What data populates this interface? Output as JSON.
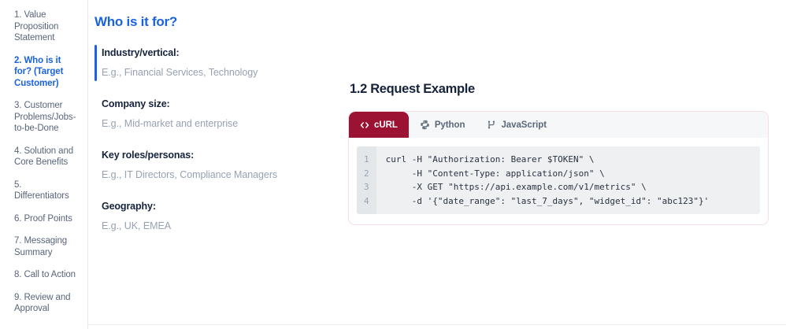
{
  "sidebar": {
    "items": [
      {
        "label": "1. Value Proposition Statement",
        "active": false
      },
      {
        "label": "2. Who is it for? (Target Customer)",
        "active": true
      },
      {
        "label": "3. Customer Problems/Jobs-to-be-Done",
        "active": false
      },
      {
        "label": "4. Solution and Core Benefits",
        "active": false
      },
      {
        "label": "5. Differentiators",
        "active": false
      },
      {
        "label": "6. Proof Points",
        "active": false
      },
      {
        "label": "7. Messaging Summary",
        "active": false
      },
      {
        "label": "8. Call to Action",
        "active": false
      },
      {
        "label": "9. Review and Approval",
        "active": false
      }
    ]
  },
  "content": {
    "title": "Who is it for?",
    "fields": [
      {
        "label": "Industry/vertical:",
        "placeholder": "E.g., Financial Services, Technology",
        "focused": true
      },
      {
        "label": "Company size:",
        "placeholder": "E.g., Mid-market and enterprise",
        "focused": false
      },
      {
        "label": "Key roles/personas:",
        "placeholder": "E.g., IT Directors, Compliance Managers",
        "focused": false
      },
      {
        "label": "Geography:",
        "placeholder": "E.g., UK, EMEA",
        "focused": false
      }
    ]
  },
  "request_example": {
    "heading": "1.2 Request Example",
    "tabs": [
      {
        "label": "cURL",
        "icon": "code-brackets-icon",
        "active": true
      },
      {
        "label": "Python",
        "icon": "python-logo-icon",
        "active": false
      },
      {
        "label": "JavaScript",
        "icon": "git-branch-icon",
        "active": false
      }
    ],
    "code": {
      "line_numbers": [
        "1",
        "2",
        "3",
        "4"
      ],
      "lines": [
        "curl -H \"Authorization: Bearer $TOKEN\" \\",
        "     -H \"Content-Type: application/json\" \\",
        "     -X GET \"https://api.example.com/v1/metrics\" \\",
        "     -d '{\"date_range\": \"last_7_days\", \"widget_id\": \"abc123\"}'"
      ]
    }
  },
  "colors": {
    "accent_blue": "#1a62e0",
    "active_tab_red": "#9b1232",
    "card_border_pink": "#f3dde3",
    "heading_dark": "#15223c",
    "placeholder_gray": "#97a1b2"
  }
}
